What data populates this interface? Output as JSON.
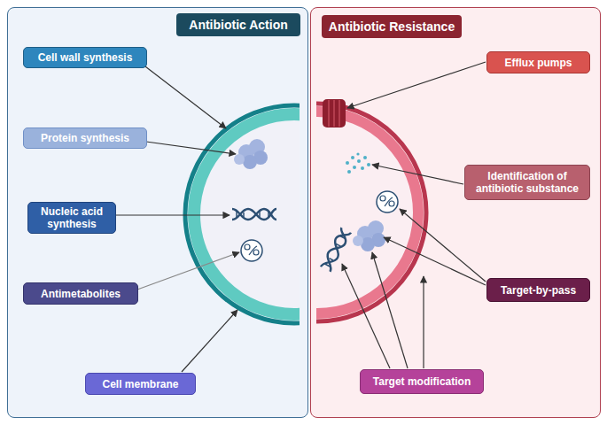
{
  "diagram": {
    "nodes": [
      {
        "text": [
          "Antibiotic Action"
        ]
      },
      {
        "text": [
          "Cell wall synthesis"
        ],
        "in": 0
      },
      {
        "text": [
          "Protein synthesis"
        ],
        "in": 0
      },
      {
        "text": [
          "Nucleic acid synthesis"
        ],
        "in": 0
      },
      {
        "text": [
          "Antimetabolites"
        ],
        "in": 0
      },
      {
        "text": [
          "Cell membrane"
        ],
        "in": 0
      },
      {
        "text": [
          "Antibiotic Resistance"
        ]
      },
      {
        "text": [
          "Efflux pumps"
        ],
        "in": 6
      },
      {
        "text": [
          "Identification of antibiotic substance"
        ],
        "in": 6
      },
      {
        "text": [
          "Target-by-pass"
        ],
        "in": 6
      },
      {
        "text": [
          "Target modification"
        ],
        "in": 6
      }
    ]
  }
}
